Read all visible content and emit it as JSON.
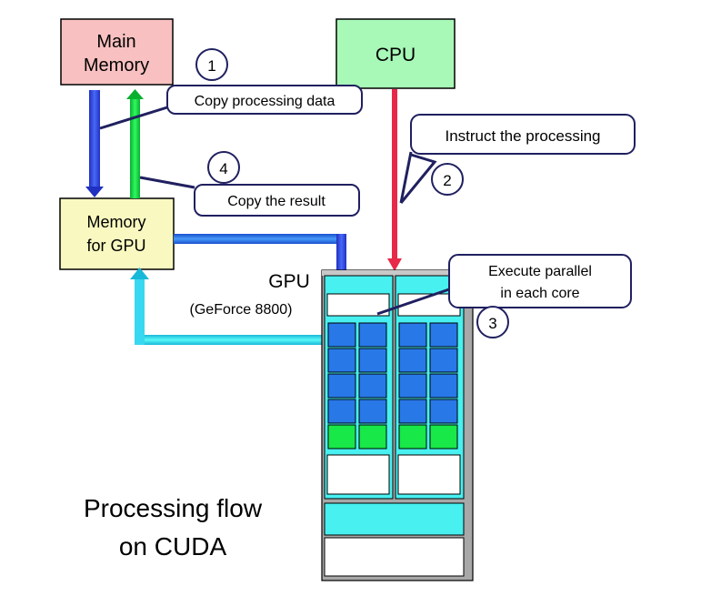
{
  "title": {
    "line1": "Processing flow",
    "line2": "on CUDA"
  },
  "boxes": {
    "main_memory": {
      "line1": "Main",
      "line2": "Memory"
    },
    "cpu": {
      "label": "CPU"
    },
    "gpu_memory": {
      "line1": "Memory",
      "line2": "for GPU"
    },
    "gpu": {
      "label": "GPU",
      "model": "(GeForce 8800)"
    }
  },
  "steps": [
    {
      "number": "1",
      "text": "Copy processing data"
    },
    {
      "number": "2",
      "text": "Instruct the processing"
    },
    {
      "number": "3",
      "line1": "Execute parallel",
      "line2": "in each core"
    },
    {
      "number": "4",
      "text": "Copy the result"
    }
  ],
  "colors": {
    "main_memory": "#f8c0c0",
    "cpu": "#a8f8b8",
    "gpu_memory": "#f8f8c0",
    "gpu_body": "#a8a8a8",
    "core_block": "#48f0f0",
    "core": "#2878e8",
    "core_special": "#18e848",
    "arrow_blue": "#3858f0",
    "arrow_green": "#18e848",
    "arrow_cyan": "#38e8f8",
    "arrow_red": "#e82848",
    "callout_border": "#202060"
  }
}
